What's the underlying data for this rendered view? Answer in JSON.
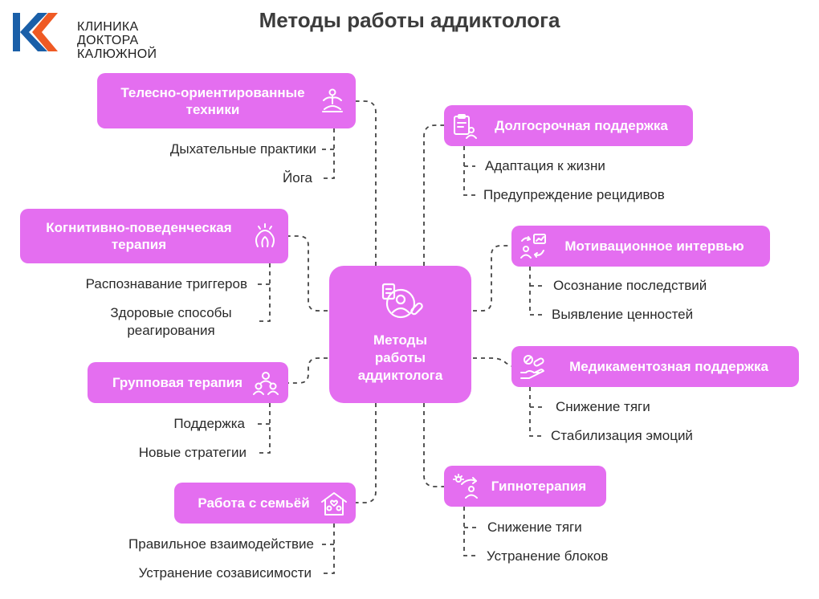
{
  "logo": {
    "lines": [
      "КЛИНИКА",
      "ДОКТОРА",
      "КАЛЮЖНОЙ"
    ],
    "colors": {
      "blue": "#1a5fa8",
      "orange": "#ef5a24"
    }
  },
  "title": "Методы работы аддиктолога",
  "colors": {
    "box": "#e46ef0",
    "text_dark": "#2a2a2a",
    "line": "#444444"
  },
  "center": {
    "lines": [
      "Методы",
      "работы",
      "аддиктолога"
    ],
    "icon": "doctor-patient-icon"
  },
  "branches": {
    "body": {
      "title": [
        "Телесно-ориентированные",
        "техники"
      ],
      "icon": "meditation-icon",
      "items": [
        "Дыхательные практики",
        "Йога"
      ]
    },
    "cbt": {
      "title": [
        "Когнитивно-поведенческая",
        "терапия"
      ],
      "icon": "head-thoughts-icon",
      "items": [
        "Распознавание триггеров",
        "Здоровые способы",
        "реагирования"
      ]
    },
    "group": {
      "title": [
        "Групповая терапия"
      ],
      "icon": "group-icon",
      "items": [
        "Поддержка",
        "Новые стратегии"
      ]
    },
    "family": {
      "title": [
        "Работа с семьёй"
      ],
      "icon": "family-house-icon",
      "items": [
        "Правильное взаимодействие",
        "Устранение созависимости"
      ]
    },
    "longterm": {
      "title": [
        "Долгосрочная поддержка"
      ],
      "icon": "clipboard-person-icon",
      "items": [
        "Адаптация к жизни",
        "Предупреждение рецидивов"
      ]
    },
    "motivation": {
      "title": [
        "Мотивационное интервью"
      ],
      "icon": "chart-people-icon",
      "items": [
        "Осознание последствий",
        "Выявление ценностей"
      ]
    },
    "meds": {
      "title": [
        "Медикаментозная поддержка"
      ],
      "icon": "pill-hand-icon",
      "items": [
        "Снижение тяги",
        "Стабилизация эмоций"
      ]
    },
    "hypno": {
      "title": [
        "Гипнотерапия"
      ],
      "icon": "hypnosis-icon",
      "items": [
        "Снижение тяги",
        "Устранение блоков"
      ]
    }
  }
}
